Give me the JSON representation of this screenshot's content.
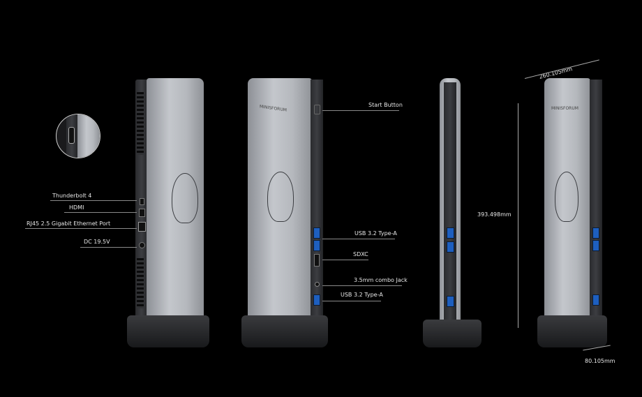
{
  "left_callouts": [
    "Thunderbolt 4",
    "HDMI",
    "RJ45  2.5 Gigabit Ethernet Port",
    "DC 19.5V"
  ],
  "right_callouts": [
    "Start Button",
    "USB 3.2 Type-A",
    "SDXC",
    "3.5mm combo Jack",
    "USB 3.2 Type-A"
  ],
  "brand_logo": "MINISFORUM",
  "dimensions": {
    "depth": "260.105mm",
    "height": "393.498mm",
    "width": "80.105mm"
  },
  "colors": {
    "background": "#000000",
    "port_blue": "#1e5fbf"
  }
}
